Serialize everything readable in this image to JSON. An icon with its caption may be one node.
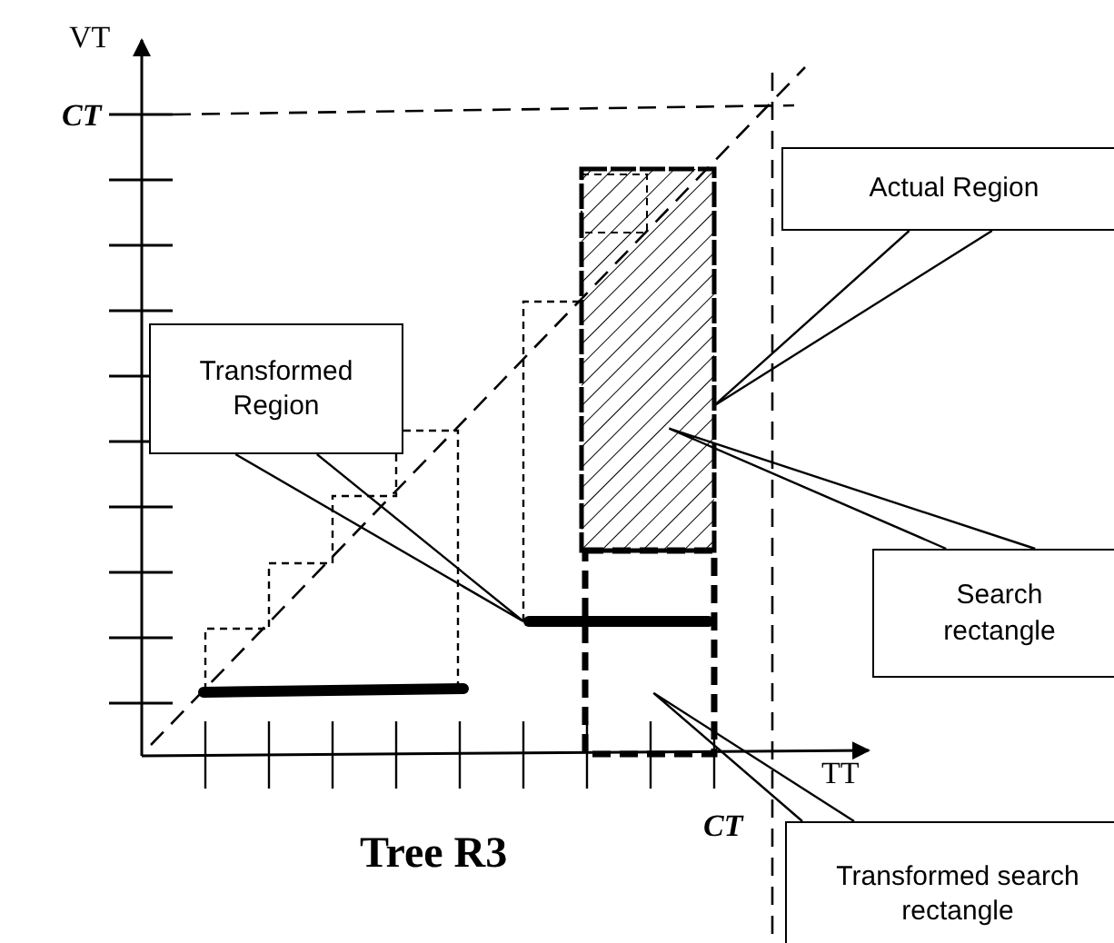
{
  "diagram": {
    "caption": "Tree R3",
    "nodes": [
      {
        "text": [
          "Transformed Region"
        ]
      },
      {
        "text": [
          "Actual Region"
        ]
      },
      {
        "text": [
          "Search rectangle"
        ]
      },
      {
        "text": [
          "Transformed search rectangle"
        ]
      },
      {
        "text": [],
        "shape": "bar"
      },
      {
        "text": [],
        "shape": "box"
      },
      {
        "text": [],
        "shape": "box"
      }
    ],
    "edges": [
      {
        "from": 0,
        "to": 4,
        "arrow": "none"
      },
      {
        "from": 1,
        "to": 5,
        "arrow": "none"
      },
      {
        "from": 2,
        "to": 5,
        "arrow": "none"
      },
      {
        "from": 3,
        "to": 6,
        "arrow": "none"
      }
    ],
    "labels": [
      "VT",
      "CT",
      "CT",
      "TT"
    ]
  }
}
